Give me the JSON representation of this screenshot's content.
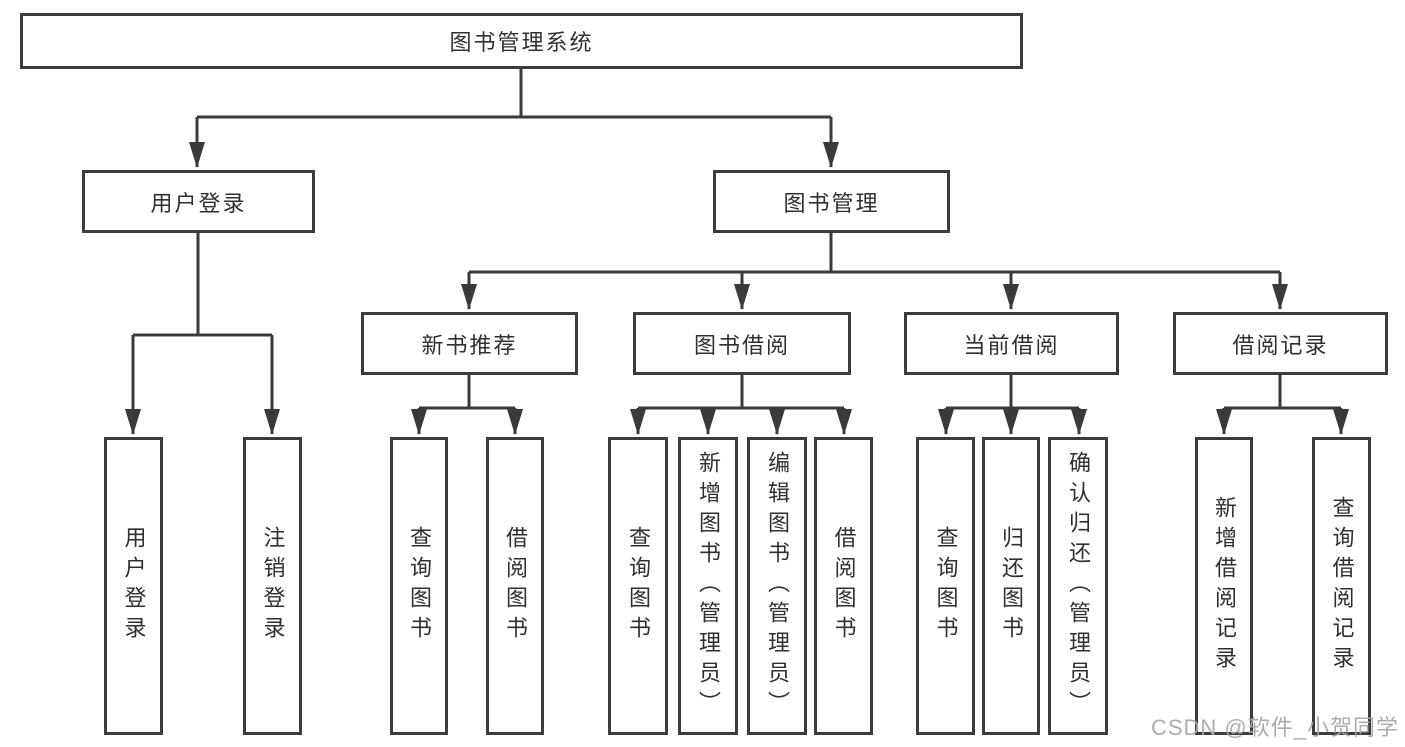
{
  "tree": {
    "label": "图书管理系统",
    "children": [
      {
        "label": "用户登录",
        "children": [
          {
            "label": "用户登录"
          },
          {
            "label": "注销登录"
          }
        ]
      },
      {
        "label": "图书管理",
        "children": [
          {
            "label": "新书推荐",
            "children": [
              {
                "label": "查询图书"
              },
              {
                "label": "借阅图书"
              }
            ]
          },
          {
            "label": "图书借阅",
            "children": [
              {
                "label": "查询图书"
              },
              {
                "label": "新增图书（管理员）"
              },
              {
                "label": "编辑图书（管理员）"
              },
              {
                "label": "借阅图书"
              }
            ]
          },
          {
            "label": "当前借阅",
            "children": [
              {
                "label": "查询图书"
              },
              {
                "label": "归还图书"
              },
              {
                "label": "确认归还（管理员）"
              }
            ]
          },
          {
            "label": "借阅记录",
            "children": [
              {
                "label": "新增借阅记录"
              },
              {
                "label": "查询借阅记录"
              }
            ]
          }
        ]
      }
    ]
  },
  "watermark": {
    "text": "CSDN @软件_小贺同学"
  },
  "colors": {
    "line": "#3a3a3a",
    "box_border": "#3c3c3c",
    "text": "#303030",
    "watermark": "#a8a8a8",
    "background": "#ffffff"
  }
}
